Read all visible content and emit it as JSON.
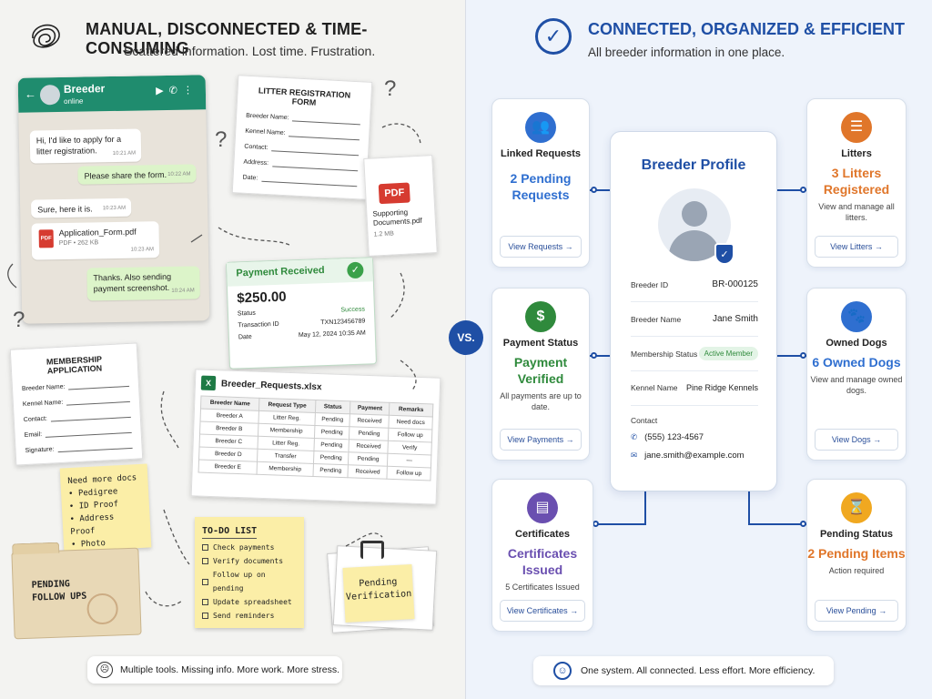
{
  "left": {
    "title": "MANUAL, DISCONNECTED & TIME-CONSUMING",
    "subtitle": "Scattered information. Lost time. Frustration.",
    "chat": {
      "name": "Breeder",
      "status": "online",
      "messages": [
        {
          "text": "Hi, I'd like to apply for a litter registration.",
          "time": "10:21 AM"
        },
        {
          "text": "Please share the form.",
          "time": "10:22 AM"
        },
        {
          "text": "Sure, here it is.",
          "time": "10:23 AM"
        },
        {
          "text": "Application_Form.pdf",
          "meta": "PDF • 262 KB",
          "time": "10:23 AM"
        },
        {
          "text": "Thanks. Also sending payment screenshot.",
          "time": "10:24 AM"
        }
      ]
    },
    "litter_form": {
      "title": "LITTER REGISTRATION FORM",
      "fields": [
        "Breeder Name:",
        "Kennel Name:",
        "Contact:",
        "Address:",
        "Date:"
      ]
    },
    "supporting_doc": {
      "icon": "PDF",
      "name": "Supporting Documents.pdf",
      "size": "1.2 MB"
    },
    "payment": {
      "title": "Payment Received",
      "amount": "$250.00",
      "status_label": "Status",
      "status_value": "Success",
      "txn_label": "Transaction ID",
      "txn_value": "TXN123456789",
      "date_label": "Date",
      "date_value": "May 12, 2024   10:35 AM"
    },
    "membership_form": {
      "title": "MEMBERSHIP APPLICATION",
      "fields": [
        "Breeder Name:",
        "Kennel Name:",
        "Contact:",
        "Email:",
        "Signature:"
      ]
    },
    "sheet": {
      "filename": "Breeder_Requests.xlsx",
      "headers": [
        "Breeder Name",
        "Request Type",
        "Status",
        "Payment",
        "Remarks"
      ],
      "rows": [
        [
          "Breeder A",
          "Litter Reg.",
          "Pending",
          "Received",
          "Need docs"
        ],
        [
          "Breeder B",
          "Membership",
          "Pending",
          "Pending",
          "Follow up"
        ],
        [
          "Breeder C",
          "Litter Reg.",
          "Pending",
          "Received",
          "Verify"
        ],
        [
          "Breeder D",
          "Transfer",
          "Pending",
          "Pending",
          "—"
        ],
        [
          "Breeder E",
          "Membership",
          "Pending",
          "Received",
          "Follow up"
        ]
      ]
    },
    "docs_note": {
      "title": "Need more docs",
      "items": [
        "• Pedigree",
        "• ID Proof",
        "• Address Proof",
        "• Photo"
      ]
    },
    "todo": {
      "title": "TO-DO LIST",
      "items": [
        "Check payments",
        "Verify documents",
        "Follow up on pending",
        "Update spreadsheet",
        "Send reminders"
      ]
    },
    "folder": {
      "label": "PENDING FOLLOW UPS"
    },
    "pending_note": {
      "label": "Pending Verification"
    },
    "footer": "Multiple tools. Missing info. More work. More stress."
  },
  "vs": "VS.",
  "right": {
    "title": "CONNECTED, ORGANIZED & EFFICIENT",
    "subtitle": "All breeder information in one place.",
    "profile": {
      "title": "Breeder Profile",
      "rows": [
        {
          "key": "Breeder ID",
          "value": "BR-000125"
        },
        {
          "key": "Breeder Name",
          "value": "Jane Smith"
        },
        {
          "key": "Membership Status",
          "value": "Active Member"
        },
        {
          "key": "Kennel Name",
          "value": "Pine Ridge Kennels"
        }
      ],
      "contact_label": "Contact",
      "phone": "(555) 123-4567",
      "email": "jane.smith@example.com"
    },
    "cards": {
      "requests": {
        "title": "Linked Requests",
        "big": "2 Pending Requests",
        "button": "View Requests  →",
        "color": "#2f6fd0"
      },
      "payment": {
        "title": "Payment Status",
        "big": "Payment Verified",
        "desc": "All payments are up to date.",
        "button": "View Payments  →",
        "color": "#2f8a3c"
      },
      "certificates": {
        "title": "Certificates",
        "big": "Certificates Issued",
        "desc": "5 Certificates Issued",
        "button": "View Certificates  →",
        "color": "#6a4fb0"
      },
      "litters": {
        "title": "Litters",
        "big": "3 Litters Registered",
        "desc": "View and manage all litters.",
        "button": "View Litters  →",
        "color": "#e0762a"
      },
      "dogs": {
        "title": "Owned Dogs",
        "big": "6 Owned Dogs",
        "desc": "View and manage owned dogs.",
        "button": "View Dogs  →",
        "color": "#2f6fd0"
      },
      "pending": {
        "title": "Pending Status",
        "big": "2 Pending Items",
        "desc": "Action required",
        "button": "View Pending  →",
        "color": "#e0762a"
      }
    },
    "footer": "One system. All connected. Less effort. More efficiency."
  }
}
